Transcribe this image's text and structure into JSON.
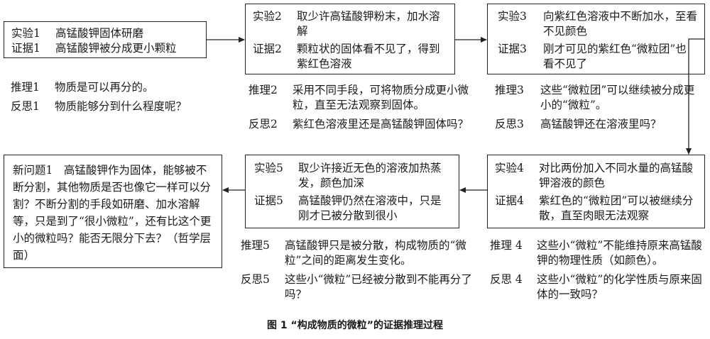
{
  "box1": {
    "experiment_label": "实验1",
    "experiment_text": "高锰酸钾固体研磨",
    "evidence_label": "证据1",
    "evidence_text": "高锰酸钾被分成更小颗粒"
  },
  "note1": {
    "inference_label": "推理1",
    "inference_text": "物质是可以再分的。",
    "reflection_label": "反思1",
    "reflection_text": "物质能够分到什么程度呢？"
  },
  "box2": {
    "experiment_label": "实验2",
    "experiment_text": "取少许高锰酸钾粉末，加水溶解",
    "evidence_label": "证据2",
    "evidence_text": "颗粒状的固体看不见了，得到紫红色溶液"
  },
  "note2": {
    "inference_label": "推理2",
    "inference_text": "采用不同手段，可将物质分成更小微粒，直至无法观察到固体。",
    "reflection_label": "反思2",
    "reflection_text": "紫红色溶液里还是高锰酸钾固体吗？"
  },
  "box3": {
    "experiment_label": "实验3",
    "experiment_text": "向紫红色溶液中不断加水，至看不见颜色",
    "evidence_label": "证据3",
    "evidence_text": "刚才可见的紫红色“微粒团”也看不见了"
  },
  "note3": {
    "inference_label": "推理3",
    "inference_text": "这些“微粒团”可以继续被分成更小的“微粒”。",
    "reflection_label": "反思3",
    "reflection_text": "高锰酸钾还在溶液里吗？"
  },
  "box4": {
    "experiment_label": "实验4",
    "experiment_text": "对比两份加入不同水量的高锰酸钾溶液的颜色",
    "evidence_label": "证据4",
    "evidence_text": "紫红色的“微粒团”可以被继续分散，直至肉眼无法观察"
  },
  "note4": {
    "inference_label": "推理 4",
    "inference_text": "这些小“微粒”不能维持原来高锰酸钾的物理性质（如颜色）。",
    "reflection_label": "反思 4",
    "reflection_text": "这些小“微粒”的化学性质与原来固体的一致吗？"
  },
  "box5": {
    "experiment_label": "实验5",
    "experiment_text": "取少许接近无色的溶液加热蒸发，颜色加深",
    "evidence_label": "证据5",
    "evidence_text": "高锰酸钾仍然在溶液中，只是刚才已被分散到很小"
  },
  "note5": {
    "inference_label": "推理5",
    "inference_text": "高锰酸钾只是被分散，构成物质的“微粒”之间的距离发生变化。",
    "reflection_label": "反思5",
    "reflection_text": "这些小“微粒”已经被分散到不能再分了吗？"
  },
  "box6": {
    "text": "新问题1　高锰酸钾作为固体，能够被不断分割，其他物质是否也像它一样可以分割？不断分割的手段如研磨、加水溶解等，只是到了“很小微粒”，还有比这个更小的微粒吗？能否无限分下去？（哲学层面）"
  },
  "caption": "图 1 “构成物质的微粒”的证据推理过程"
}
